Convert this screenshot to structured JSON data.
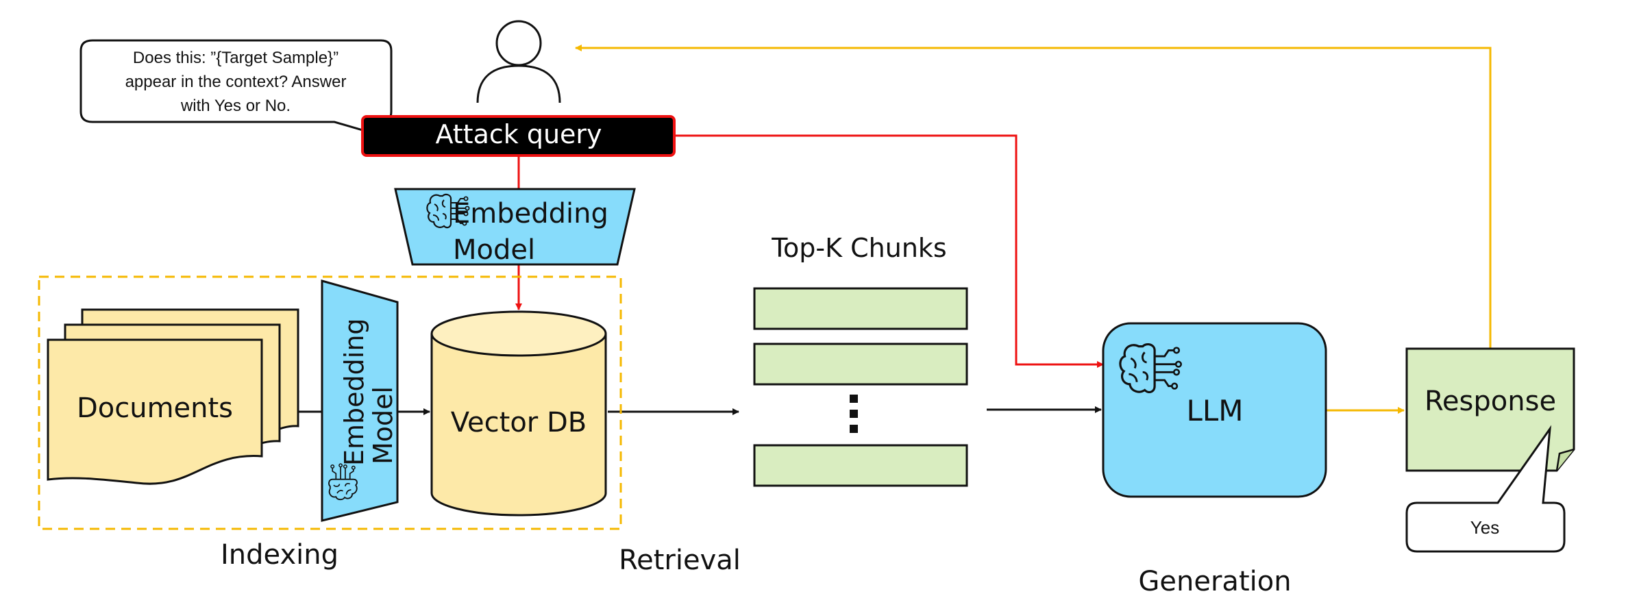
{
  "attack_query": {
    "speech_line1": "Does this: ”{Target Sample}”",
    "speech_line2": "appear in the context? Answer",
    "speech_line3": "with Yes or No.",
    "label": "Attack query"
  },
  "query_embedding": {
    "line1": "Embedding",
    "line2": "Model"
  },
  "indexing": {
    "documents": "Documents",
    "embedding_line1": "Embedding",
    "embedding_line2": "Model",
    "vector_db": "Vector DB",
    "section_label": "Indexing"
  },
  "retrieval": {
    "chunks_title": "Top-K Chunks",
    "chunk_count_shown": 3,
    "section_label": "Retrieval"
  },
  "generation": {
    "llm": "LLM",
    "response": "Response",
    "answer": "Yes",
    "section_label": "Generation"
  },
  "colors": {
    "attack_path": "#ee1111",
    "response_path": "#f5b800",
    "data_path": "#111111",
    "model_fill": "#87dcfb",
    "doc_fill": "#fde9a8",
    "chunk_fill": "#d9edc0",
    "indexing_border": "#f5b800"
  },
  "icons": {
    "brain_circuit": "brain-circuit-icon",
    "user": "user-icon"
  }
}
